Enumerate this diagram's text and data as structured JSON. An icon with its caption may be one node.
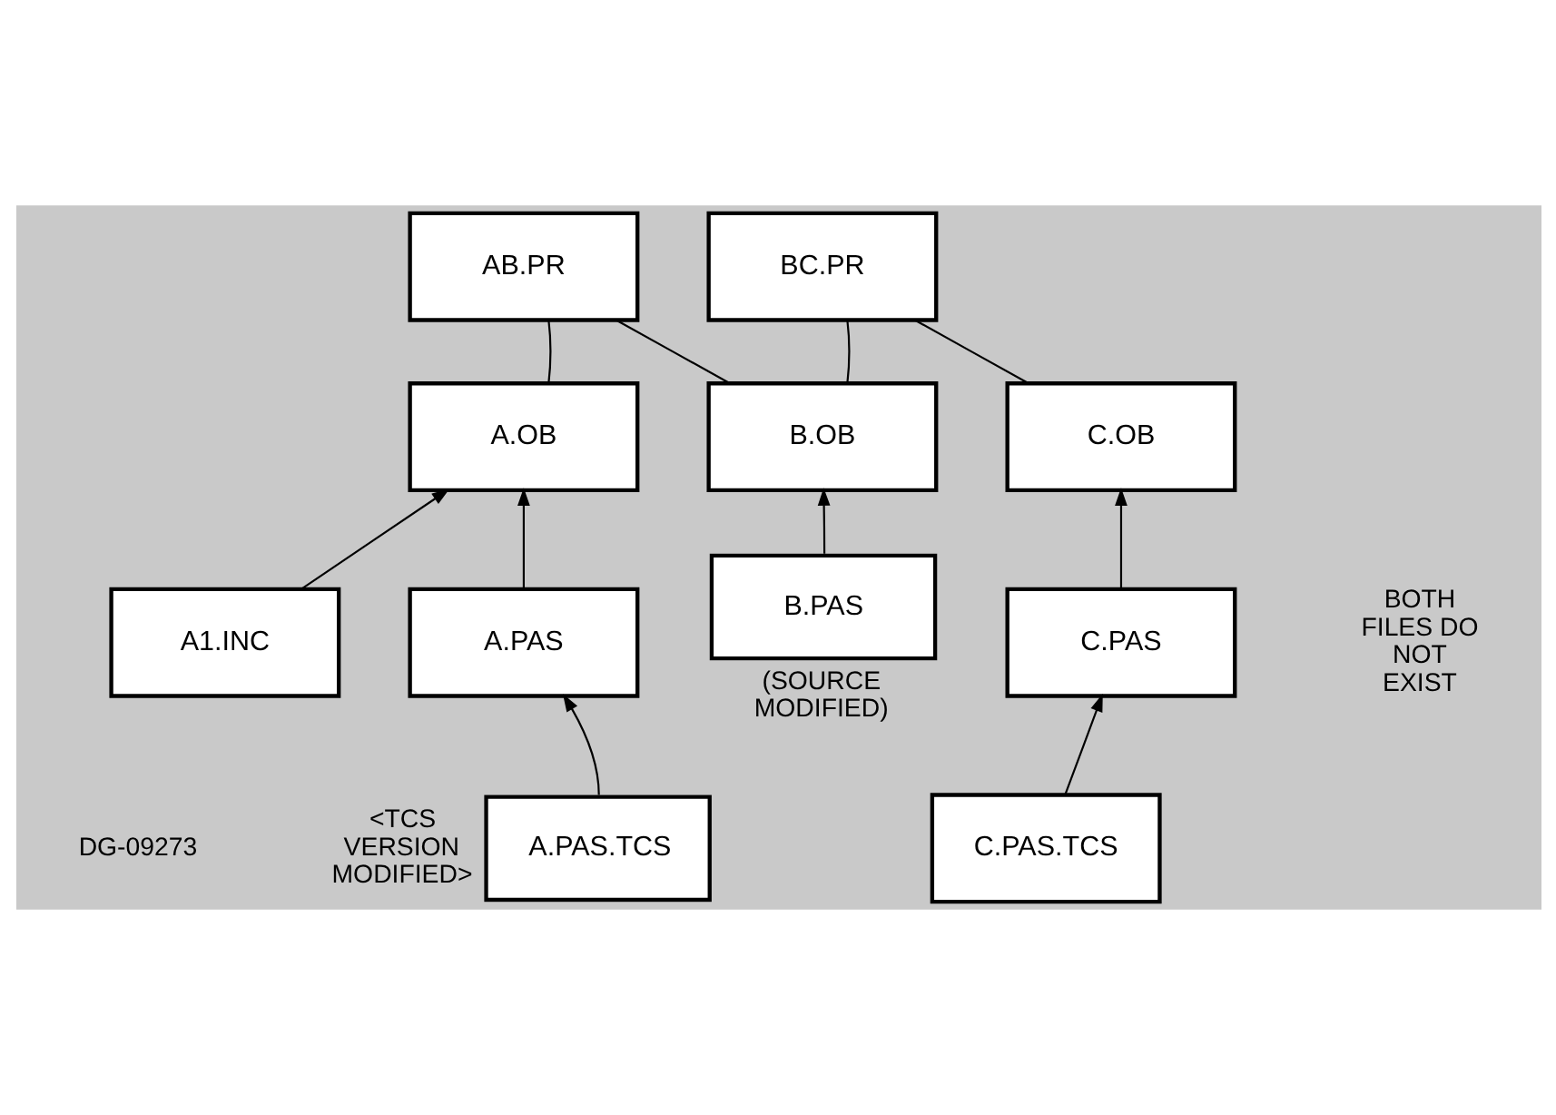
{
  "diagram": {
    "nodes": [
      {
        "text": [
          "AB.PR"
        ]
      },
      {
        "text": [
          "BC.PR"
        ]
      },
      {
        "text": [
          "A.OB"
        ]
      },
      {
        "text": [
          "B.OB"
        ]
      },
      {
        "text": [
          "C.OB"
        ]
      },
      {
        "text": [
          "A1.INC"
        ]
      },
      {
        "text": [
          "A.PAS"
        ]
      },
      {
        "text": [
          "B.PAS"
        ],
        "beside": [
          "(SOURCE MODIFIED)"
        ]
      },
      {
        "text": [
          "C.PAS"
        ]
      },
      {
        "text": [
          "A.PAS.TCS"
        ],
        "beside": [
          "<TCS VERSION MODIFIED>"
        ]
      },
      {
        "text": [
          "C.PAS.TCS"
        ]
      }
    ],
    "edges": [
      {
        "from": 0,
        "to": 2,
        "arrow": "none"
      },
      {
        "from": 0,
        "to": 3,
        "arrow": "none"
      },
      {
        "from": 1,
        "to": 3,
        "arrow": "none"
      },
      {
        "from": 1,
        "to": 4,
        "arrow": "none"
      },
      {
        "from": 5,
        "to": 2,
        "arrow": "to"
      },
      {
        "from": 6,
        "to": 2,
        "arrow": "to"
      },
      {
        "from": 7,
        "to": 3,
        "arrow": "to"
      },
      {
        "from": 8,
        "to": 4,
        "arrow": "to"
      },
      {
        "from": 9,
        "to": 6,
        "arrow": "to"
      },
      {
        "from": 10,
        "to": 8,
        "arrow": "to"
      }
    ],
    "labels": [
      "BOTH FILES DO NOT EXIST",
      "DG-09273"
    ]
  }
}
